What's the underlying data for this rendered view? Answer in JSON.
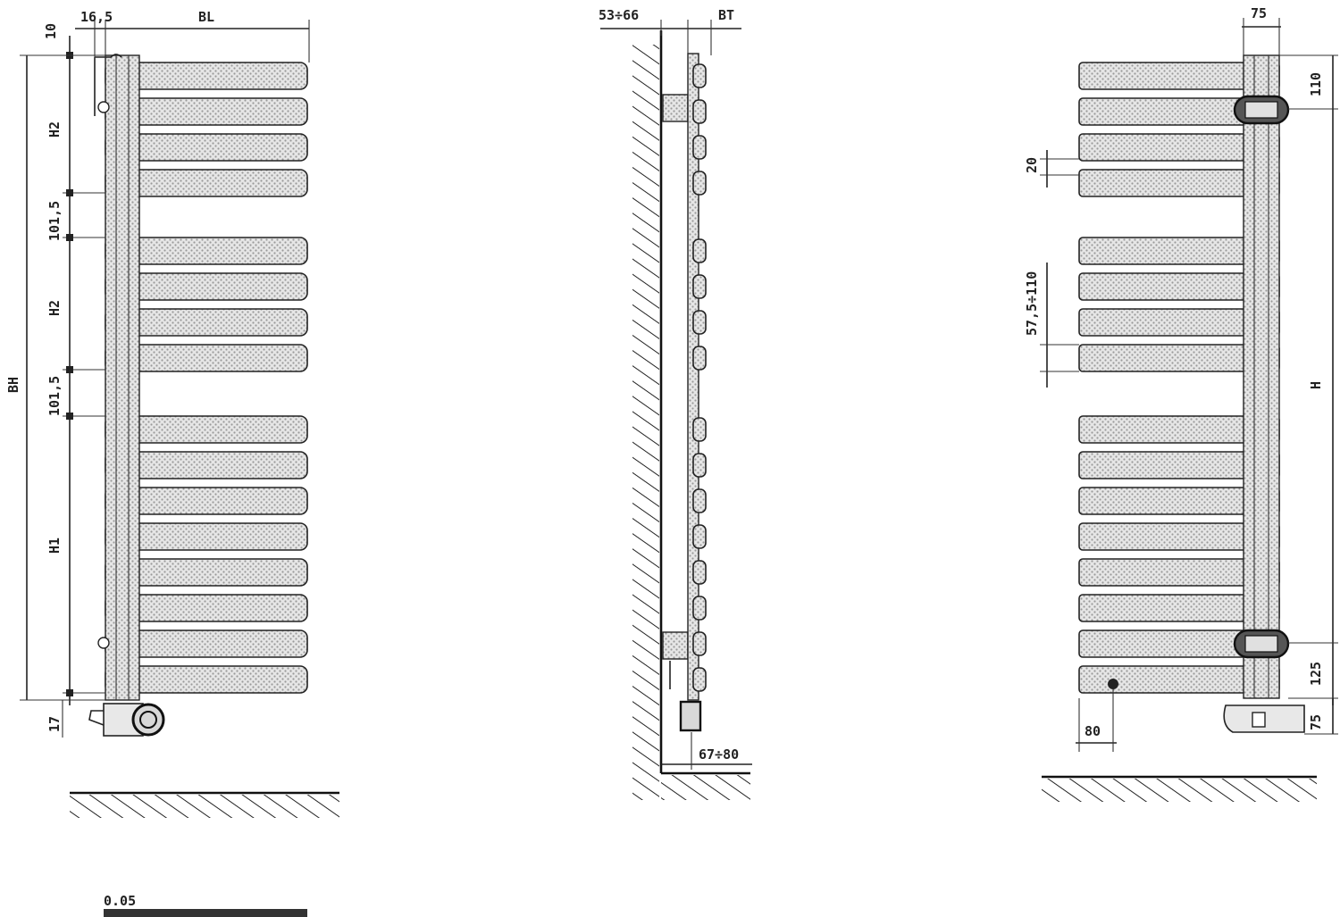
{
  "colors": {
    "line": "#222222",
    "fill_pattern": "#cfcfcf",
    "background": "#ffffff"
  },
  "front_view": {
    "top_labels": [
      "16,5",
      "BL"
    ],
    "left_top_label": "10",
    "overall_height_label": "BH",
    "section_labels": [
      "H2",
      "101,5",
      "H2",
      "101,5",
      "H1"
    ],
    "bottom_label": "17",
    "bar_groups": [
      4,
      4,
      8
    ]
  },
  "side_view": {
    "top_labels": [
      "53÷66",
      "BT"
    ],
    "bottom_label": "67÷80"
  },
  "rear_view": {
    "top_label": "75",
    "right_top_label": "110",
    "right_label": "H",
    "gap_label": "20",
    "spacing_label": "57,5÷110",
    "bottom_right_labels": [
      "125",
      "75"
    ],
    "bottom_label": "80",
    "bar_groups": [
      4,
      4,
      8
    ]
  },
  "legend": {
    "label": "0.05"
  }
}
